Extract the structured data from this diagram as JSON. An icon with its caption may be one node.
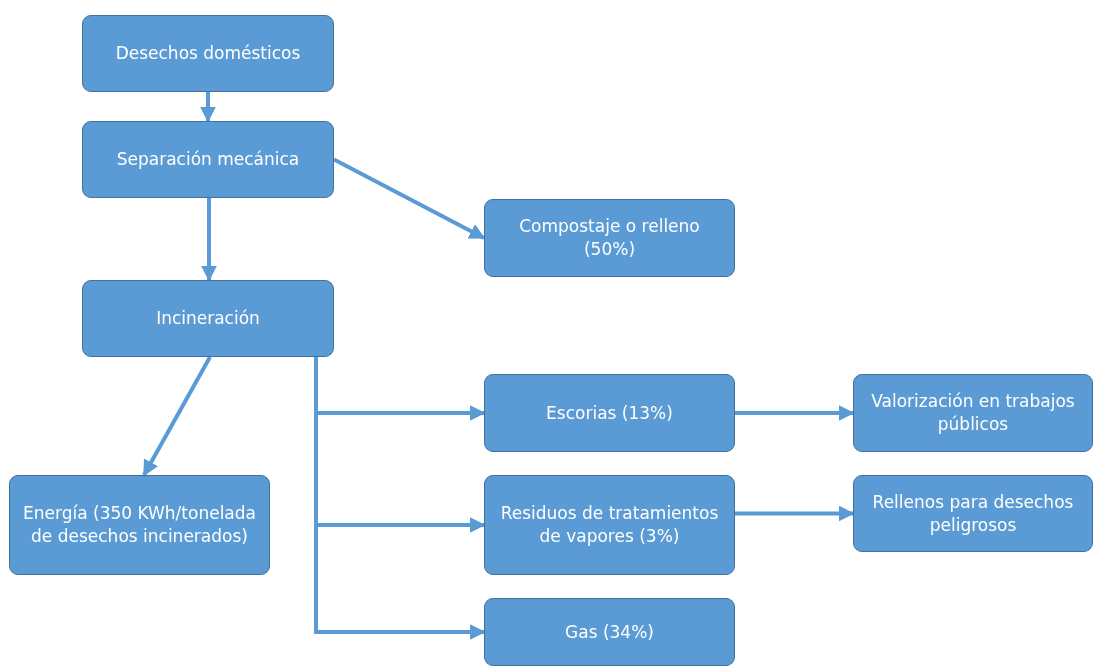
{
  "diagram": {
    "nodes": [
      {
        "text": [
          "Desechos domésticos"
        ]
      },
      {
        "text": [
          "Separación mecánica"
        ]
      },
      {
        "text": [
          "Compostaje o relleno (50%)"
        ]
      },
      {
        "text": [
          "Incineración"
        ]
      },
      {
        "text": [
          "Energía (350 KWh/tonelada de desechos incinerados)"
        ]
      },
      {
        "text": [
          "Escorias (13%)"
        ]
      },
      {
        "text": [
          "Valorización en trabajos públicos"
        ]
      },
      {
        "text": [
          "Residuos de tratamientos de vapores (3%)"
        ]
      },
      {
        "text": [
          "Rellenos para desechos peligrosos"
        ]
      },
      {
        "text": [
          "Gas (34%)"
        ]
      }
    ],
    "edges": [
      {
        "from": 0,
        "to": 1,
        "arrow": "to"
      },
      {
        "from": 1,
        "to": 2,
        "arrow": "to"
      },
      {
        "from": 1,
        "to": 3,
        "arrow": "to"
      },
      {
        "from": 3,
        "to": 4,
        "arrow": "to"
      },
      {
        "from": 3,
        "to": 5,
        "arrow": "to"
      },
      {
        "from": 3,
        "to": 7,
        "arrow": "to"
      },
      {
        "from": 3,
        "to": 9,
        "arrow": "to"
      },
      {
        "from": 5,
        "to": 6,
        "arrow": "to"
      },
      {
        "from": 7,
        "to": 8,
        "arrow": "to"
      }
    ]
  }
}
